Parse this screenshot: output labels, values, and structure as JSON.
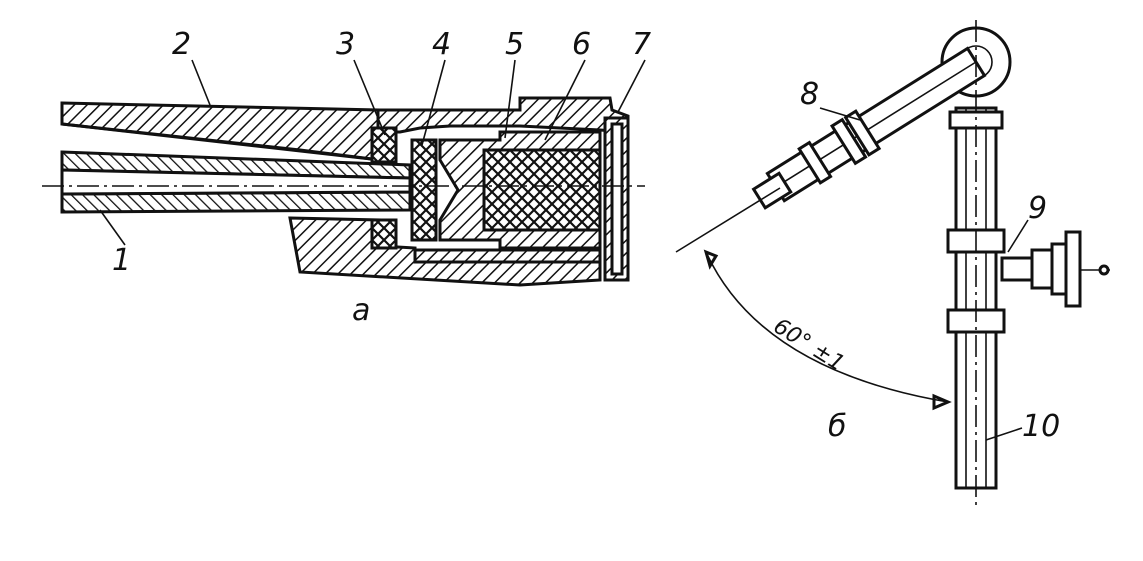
{
  "figure": {
    "part_numbers": [
      "1",
      "2",
      "3",
      "4",
      "5",
      "6",
      "7",
      "8",
      "9",
      "10"
    ],
    "subfigure_a": "а",
    "subfigure_b": "б",
    "angle_label": "60° ±1"
  }
}
